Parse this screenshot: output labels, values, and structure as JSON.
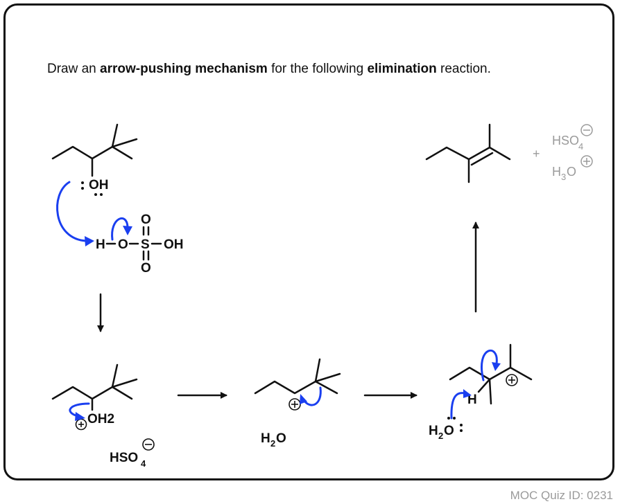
{
  "question": {
    "prefix": "Draw an ",
    "term1": "arrow-pushing mechanism",
    "middle": " for the following ",
    "term2": "elimination",
    "suffix": " reaction."
  },
  "quiz_id": "MOC Quiz ID: 0231",
  "labels": {
    "oh": "OH",
    "h": "H",
    "o": "O",
    "s": "S",
    "oh2": "OH2",
    "hso": "HSO",
    "sub4": "4",
    "h2o_h": "H",
    "sub2": "2",
    "h2o_o": "O",
    "plus": "+",
    "h3_h": "H",
    "sub3": "3",
    "h3_o": "O"
  },
  "colors": {
    "arrow_blue": "#1a3ff0",
    "ink": "#111111",
    "grey": "#9a9a9a"
  }
}
